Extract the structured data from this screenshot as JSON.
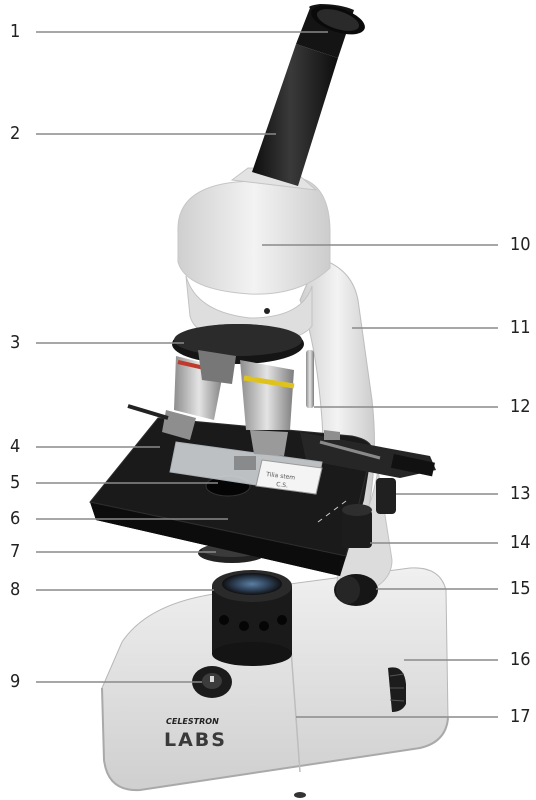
{
  "colors": {
    "leader": "#8a8a8a",
    "tube": "#1e1e1e",
    "body": "#e6e6e6",
    "stage": "#1a1a1a",
    "brand_red": "#c0392b",
    "ring_yellow": "#e0c21c"
  },
  "labels_left": [
    {
      "n": "1"
    },
    {
      "n": "2"
    },
    {
      "n": "3"
    },
    {
      "n": "4"
    },
    {
      "n": "5"
    },
    {
      "n": "6"
    },
    {
      "n": "7"
    },
    {
      "n": "8"
    },
    {
      "n": "9"
    }
  ],
  "labels_right": [
    {
      "n": "10"
    },
    {
      "n": "11"
    },
    {
      "n": "12"
    },
    {
      "n": "13"
    },
    {
      "n": "14"
    },
    {
      "n": "15"
    },
    {
      "n": "16"
    },
    {
      "n": "17"
    }
  ],
  "brand": {
    "name_top": "CELESTRON",
    "name_bottom": "LABS"
  },
  "slide": {
    "line1": "Tilia stem",
    "line2": "C.S."
  }
}
